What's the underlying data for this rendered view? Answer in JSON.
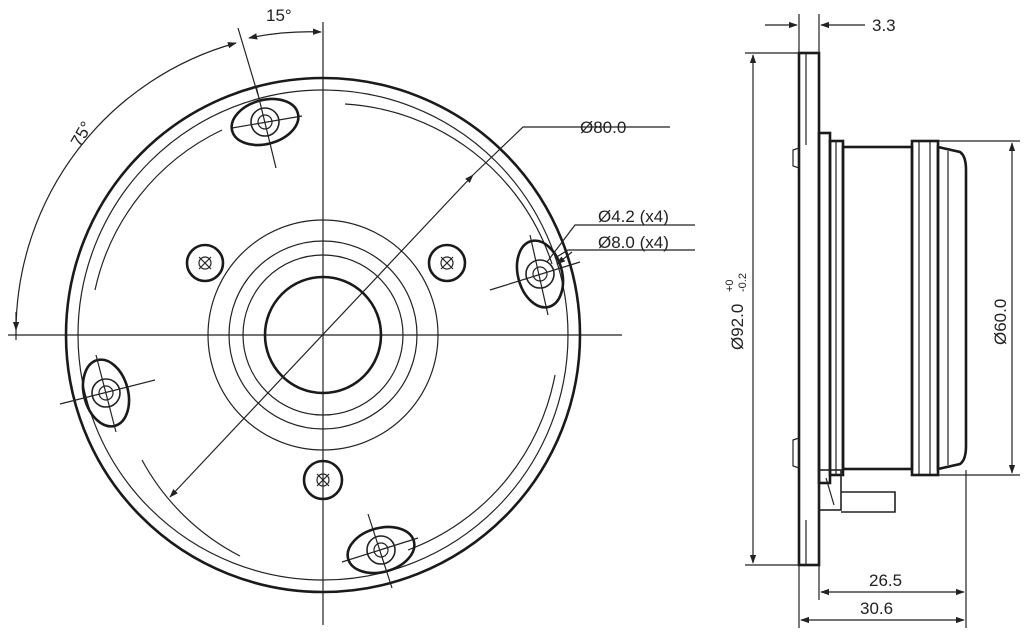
{
  "front_view": {
    "angle_small": "15°",
    "angle_large": "75°",
    "dia_bolt_circle": "Ø80.0",
    "dia_hole": "Ø4.2 (x4)",
    "dia_counterbore": "Ø8.0 (x4)"
  },
  "side_view": {
    "flange_thickness": "3.3",
    "dia_faceplate": "Ø92.0",
    "tol_upper": "+0",
    "tol_lower": "-0.2",
    "dia_body": "Ø60.0",
    "depth_body": "26.5",
    "depth_total": "30.6"
  }
}
